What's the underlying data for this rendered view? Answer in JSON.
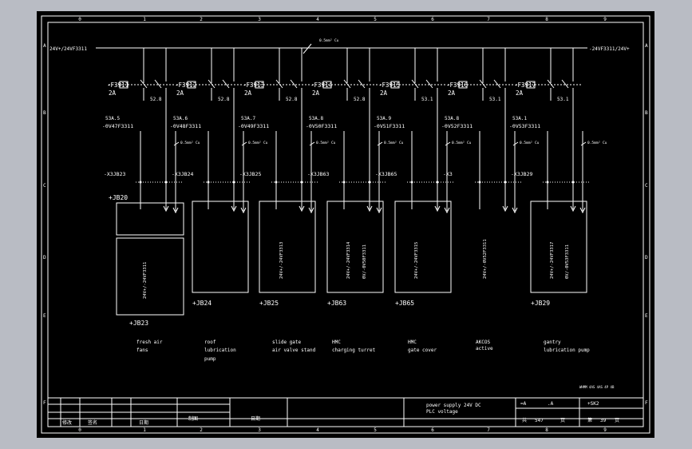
{
  "columns": [
    "0",
    "1",
    "2",
    "3",
    "4",
    "5",
    "6",
    "7",
    "8",
    "9"
  ],
  "rows": [
    "A",
    "B",
    "C",
    "D",
    "E",
    "F"
  ],
  "top_bus_left": "24V+/24VF3311",
  "top_bus_right": "-24VF3311/24V+",
  "bus_note": "0.5mm² Cu",
  "fuses": [
    {
      "tag": "-F3911",
      "rating": "2A",
      "ref": "52.8"
    },
    {
      "tag": "-F3912",
      "rating": "2A",
      "ref": "52.8"
    },
    {
      "tag": "-F3913",
      "rating": "2A",
      "ref": "52.8"
    },
    {
      "tag": "-F3914",
      "rating": "2A",
      "ref": "52.8"
    },
    {
      "tag": "-F3915",
      "rating": "2A",
      "ref": "53.1"
    },
    {
      "tag": "-F3916",
      "rating": "2A",
      "ref": "53.1"
    },
    {
      "tag": "-F3917",
      "rating": "2A",
      "ref": "53.1"
    }
  ],
  "wires": [
    "-0V47F3311",
    "-0V48F3311",
    "-0V49F3311",
    "-0V50F3311",
    "-0V51F3311",
    "-0V52F3311",
    "-0V53F3311"
  ],
  "wire_refs": [
    "53A.5",
    "53A.6",
    "53A.7",
    "53A.8",
    "53A.9",
    "53A.8",
    "53A.1"
  ],
  "terminals": [
    "-X3JB23",
    "-X3JB24",
    "-X3JB25",
    "-X3JB63",
    "-X3JB65",
    "-X3",
    "-X3JB29"
  ],
  "boxes": [
    "+JB20",
    "+JB23",
    "+JB24",
    "+JB25",
    "+JB63",
    "+JB65",
    "+JB29"
  ],
  "vertical_labels": [
    "24V+/-24VF3311",
    "24V+/-24VF3313",
    "24V+/-24VF3314",
    "0V/-0V50F3311",
    "24V+/-24VF3315",
    "24V+/-0V52F3311",
    "24V+/-24VF3317",
    "0V/-0V53F3311"
  ],
  "functions": [
    {
      "line1": "fresh air",
      "line2": "fans",
      "line3": ""
    },
    {
      "line1": "roof",
      "line2": "lubrication",
      "line3": "pump"
    },
    {
      "line1": "slide gate",
      "line2": "air valve stand",
      "line3": ""
    },
    {
      "line1": "HMC",
      "line2": "charging turret",
      "line3": ""
    },
    {
      "line1": "HMC",
      "line2": "gate cover",
      "line3": ""
    },
    {
      "line1": "AKCOS",
      "line2": "active",
      "line3": ""
    },
    {
      "line1": "gantry",
      "line2": "lubrication pump",
      "line3": ""
    }
  ],
  "small_note": "WHMM 4AS 4AS 4P 4B",
  "title_block": {
    "rev_label": "修改",
    "name_label": "签名",
    "date_label": "日期",
    "drawn_label": "制图",
    "date2_label": "日期",
    "description_line1": "power supply 24V DC",
    "description_line2": "PLC voltage",
    "plant": "=A",
    "location": ".A",
    "doc": "+SK2",
    "total_label": "共",
    "total_pages": "547",
    "page_unit": "页",
    "sheet_label": "第",
    "sheet_no": "39",
    "sheet_unit": "页"
  }
}
